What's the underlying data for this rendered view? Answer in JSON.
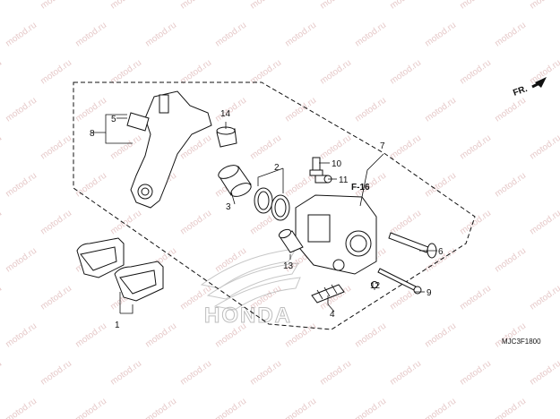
{
  "watermark_text": "motod.ru",
  "direction_label": "FR.",
  "section_ref": "F-16",
  "diagram_code": "MJC3F1800",
  "brand_watermark": "HONDA",
  "callouts": {
    "c1": "1",
    "c2": "2",
    "c3": "3",
    "c4": "4",
    "c5": "5",
    "c6": "6",
    "c7": "7",
    "c8": "8",
    "c9": "9",
    "c10": "10",
    "c11": "11",
    "c12": "12",
    "c13": "13",
    "c14": "14"
  },
  "colors": {
    "watermark": "#e6c9c9",
    "line": "#111111",
    "background": "#ffffff"
  }
}
